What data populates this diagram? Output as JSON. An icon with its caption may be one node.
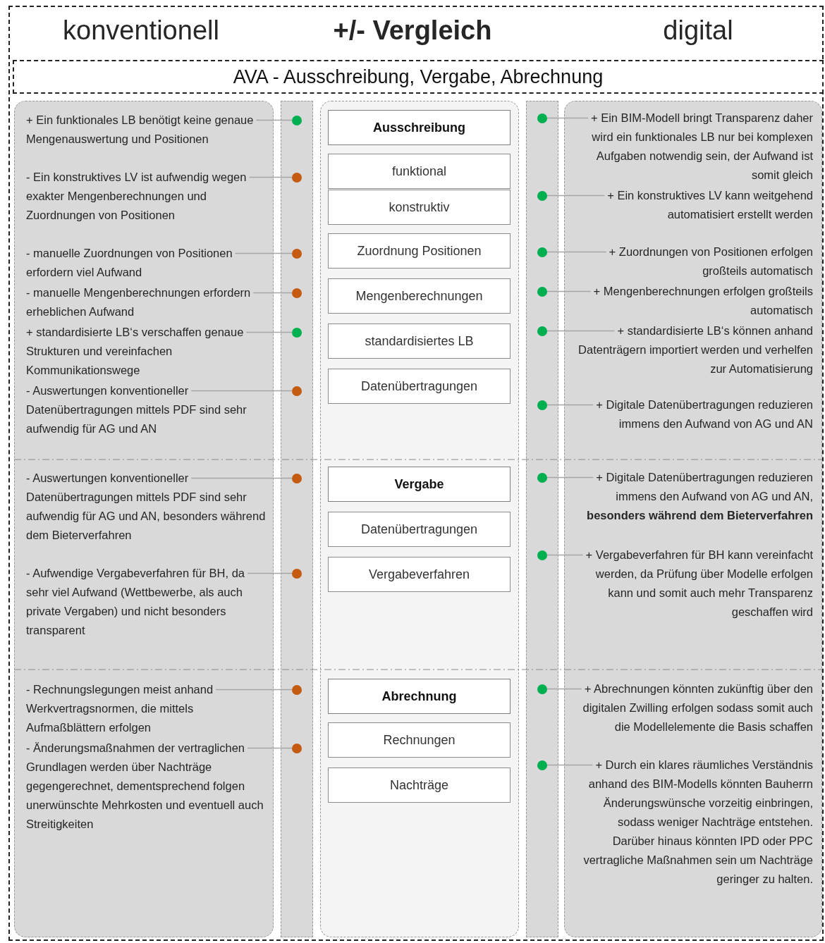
{
  "diagram": {
    "title": "+/- Vergleich",
    "nodes": [
      {
        "text": [
          "AVA - Ausschreibung, Vergabe, Abrechnung"
        ]
      },
      {
        "text": [],
        "shape": "box"
      },
      {
        "text": [
          "+ Ein funktionales LB benötigt keine genaue Mengenauswertung und Positionen"
        ],
        "in": 1
      },
      {
        "text": [
          "- Ein konstruktives LV ist aufwendig wegen exakter Mengenberechnungen und Zuordnungen von Positionen"
        ],
        "in": 1
      },
      {
        "text": [
          "- manuelle Zuordnungen von Positionen erfordern viel Aufwand"
        ],
        "in": 1
      },
      {
        "text": [
          "- manuelle Mengenberechnungen erfordern erheblichen Aufwand"
        ],
        "in": 1
      },
      {
        "text": [
          "+ standardisierte LB‘s verschaffen genaue Strukturen und vereinfachen Kommunikationswege"
        ],
        "in": 1
      },
      {
        "text": [
          "-  Auswertungen konventioneller Datenübertragungen mittels PDF sind sehr aufwendig für AG und AN"
        ],
        "in": 1
      },
      {
        "text": [
          "-  Auswertungen konventioneller Datenübertragungen mittels PDF sind sehr aufwendig für AG und AN, besonders während dem Bieterverfahren"
        ],
        "in": 1
      },
      {
        "text": [
          "- Aufwendige Vergabeverfahren für BH, da sehr viel Aufwand (Wettbewerbe, als auch private Vergaben) und nicht besonders transparent"
        ],
        "in": 1
      },
      {
        "text": [
          "- Rechnungslegungen meist anhand Werkvertragsnormen, die mittels Aufmaßblättern erfolgen"
        ],
        "in": 1
      },
      {
        "text": [
          "- Änderungsmaßnahmen der vertraglichen Grundlagen werden über Nachträge gegengerechnet, dementsprechend folgen unerwünschte Mehrkosten und eventuell auch Streitigkeiten"
        ],
        "in": 1
      },
      {
        "text": [],
        "shape": "bar"
      },
      {
        "text": [],
        "shape": "circle",
        "in": 12
      },
      {
        "text": [],
        "shape": "circle",
        "in": 12
      },
      {
        "text": [],
        "shape": "circle",
        "in": 12
      },
      {
        "text": [],
        "shape": "circle",
        "in": 12
      },
      {
        "text": [],
        "shape": "circle",
        "in": 12
      },
      {
        "text": [],
        "shape": "circle",
        "in": 12
      },
      {
        "text": [],
        "shape": "circle",
        "in": 12
      },
      {
        "text": [],
        "shape": "circle",
        "in": 12
      },
      {
        "text": [],
        "shape": "circle",
        "in": 12
      },
      {
        "text": [],
        "shape": "circle",
        "in": 12
      },
      {
        "text": [],
        "shape": "box"
      },
      {
        "text": [
          "Ausschreibung"
        ],
        "in": 23
      },
      {
        "text": [
          "funktional"
        ],
        "in": 23
      },
      {
        "text": [
          "konstruktiv"
        ],
        "in": 23
      },
      {
        "text": [
          "Zuordnung Positionen"
        ],
        "in": 23
      },
      {
        "text": [
          "Mengenberechnungen"
        ],
        "in": 23
      },
      {
        "text": [
          "standardisiertes LB"
        ],
        "in": 23
      },
      {
        "text": [
          "Datenübertragungen"
        ],
        "in": 23
      },
      {
        "text": [
          "Vergabe"
        ],
        "in": 23
      },
      {
        "text": [
          "Datenübertragungen"
        ],
        "in": 23
      },
      {
        "text": [
          "Vergabeverfahren"
        ],
        "in": 23
      },
      {
        "text": [
          "Abrechnung"
        ],
        "in": 23
      },
      {
        "text": [
          "Rechnungen"
        ],
        "in": 23
      },
      {
        "text": [
          "Nachträge"
        ],
        "in": 23
      },
      {
        "text": [],
        "shape": "bar"
      },
      {
        "text": [],
        "shape": "circle",
        "in": 37
      },
      {
        "text": [],
        "shape": "circle",
        "in": 37
      },
      {
        "text": [],
        "shape": "circle",
        "in": 37
      },
      {
        "text": [],
        "shape": "circle",
        "in": 37
      },
      {
        "text": [],
        "shape": "circle",
        "in": 37
      },
      {
        "text": [],
        "shape": "circle",
        "in": 37
      },
      {
        "text": [],
        "shape": "circle",
        "in": 37
      },
      {
        "text": [],
        "shape": "circle",
        "in": 37
      },
      {
        "text": [],
        "shape": "circle",
        "in": 37
      },
      {
        "text": [],
        "shape": "circle",
        "in": 37
      },
      {
        "text": [],
        "shape": "box"
      },
      {
        "text": [
          "+ Ein BIM-Modell bringt Transparenz daher wird ein funktionales LB nur bei komplexen Aufgaben notwendig sein, der Aufwand ist somit gleich"
        ],
        "in": 48
      },
      {
        "text": [
          "+ Ein konstruktives LV kann weitgehend automatisiert erstellt werden"
        ],
        "in": 48
      },
      {
        "text": [
          "+ Zuordnungen von Positionen erfolgen großteils automatisch"
        ],
        "in": 48
      },
      {
        "text": [
          "+ Mengenberechnungen erfolgen großteils automatisch"
        ],
        "in": 48
      },
      {
        "text": [
          "+ standardisierte LB‘s können anhand Datenträgern importiert werden und verhelfen zur Automatisierung"
        ],
        "in": 48
      },
      {
        "text": [
          "+ Digitale Datenübertragungen reduzieren immens den Aufwand von AG und AN"
        ],
        "in": 48
      },
      {
        "text": [
          "+ Digitale Datenübertragungen reduzieren immens den Aufwand von AG und AN, **besonders während dem Bieterverfahren**"
        ],
        "in": 48
      },
      {
        "text": [
          "+ Vergabeverfahren für BH kann vereinfacht werden, da Prüfung über Modelle erfolgen kann und somit auch mehr Transparenz geschaffen wird"
        ],
        "in": 48
      },
      {
        "text": [
          "+ Abrechnungen könnten zukünftig über den digitalen Zwilling erfolgen sodass somit auch die Modellelemente die Basis schaffen"
        ],
        "in": 48
      },
      {
        "text": [
          "+ Durch ein klares räumliches Verständnis anhand des BIM-Modells könnten Bauherrn Änderungswünsche vorzeitig einbringen, sodass weniger Nachträge entstehen. Darüber hinaus könnten IPD oder PPC vertragliche Maßnahmen sein um Nachträge geringer zu halten."
        ],
        "in": 48
      }
    ],
    "edges": [
      {
        "from": 2,
        "to": 13,
        "arrow": "none"
      },
      {
        "from": 3,
        "to": 14,
        "arrow": "none"
      },
      {
        "from": 4,
        "to": 15,
        "arrow": "none"
      },
      {
        "from": 5,
        "to": 16,
        "arrow": "none"
      },
      {
        "from": 6,
        "to": 17,
        "arrow": "none"
      },
      {
        "from": 7,
        "to": 18,
        "arrow": "none"
      },
      {
        "from": 8,
        "to": 19,
        "arrow": "none"
      },
      {
        "from": 9,
        "to": 20,
        "arrow": "none"
      },
      {
        "from": 10,
        "to": 21,
        "arrow": "none"
      },
      {
        "from": 11,
        "to": 22,
        "arrow": "none"
      },
      {
        "from": 49,
        "to": 38,
        "arrow": "none"
      },
      {
        "from": 50,
        "to": 39,
        "arrow": "none"
      },
      {
        "from": 51,
        "to": 40,
        "arrow": "none"
      },
      {
        "from": 52,
        "to": 41,
        "arrow": "none"
      },
      {
        "from": 53,
        "to": 42,
        "arrow": "none"
      },
      {
        "from": 54,
        "to": 43,
        "arrow": "none"
      },
      {
        "from": 55,
        "to": 44,
        "arrow": "none"
      },
      {
        "from": 56,
        "to": 45,
        "arrow": "none"
      },
      {
        "from": 57,
        "to": 46,
        "arrow": "none"
      },
      {
        "from": 58,
        "to": 47,
        "arrow": "none"
      }
    ],
    "labels": [
      "konventionell",
      "digital"
    ]
  }
}
